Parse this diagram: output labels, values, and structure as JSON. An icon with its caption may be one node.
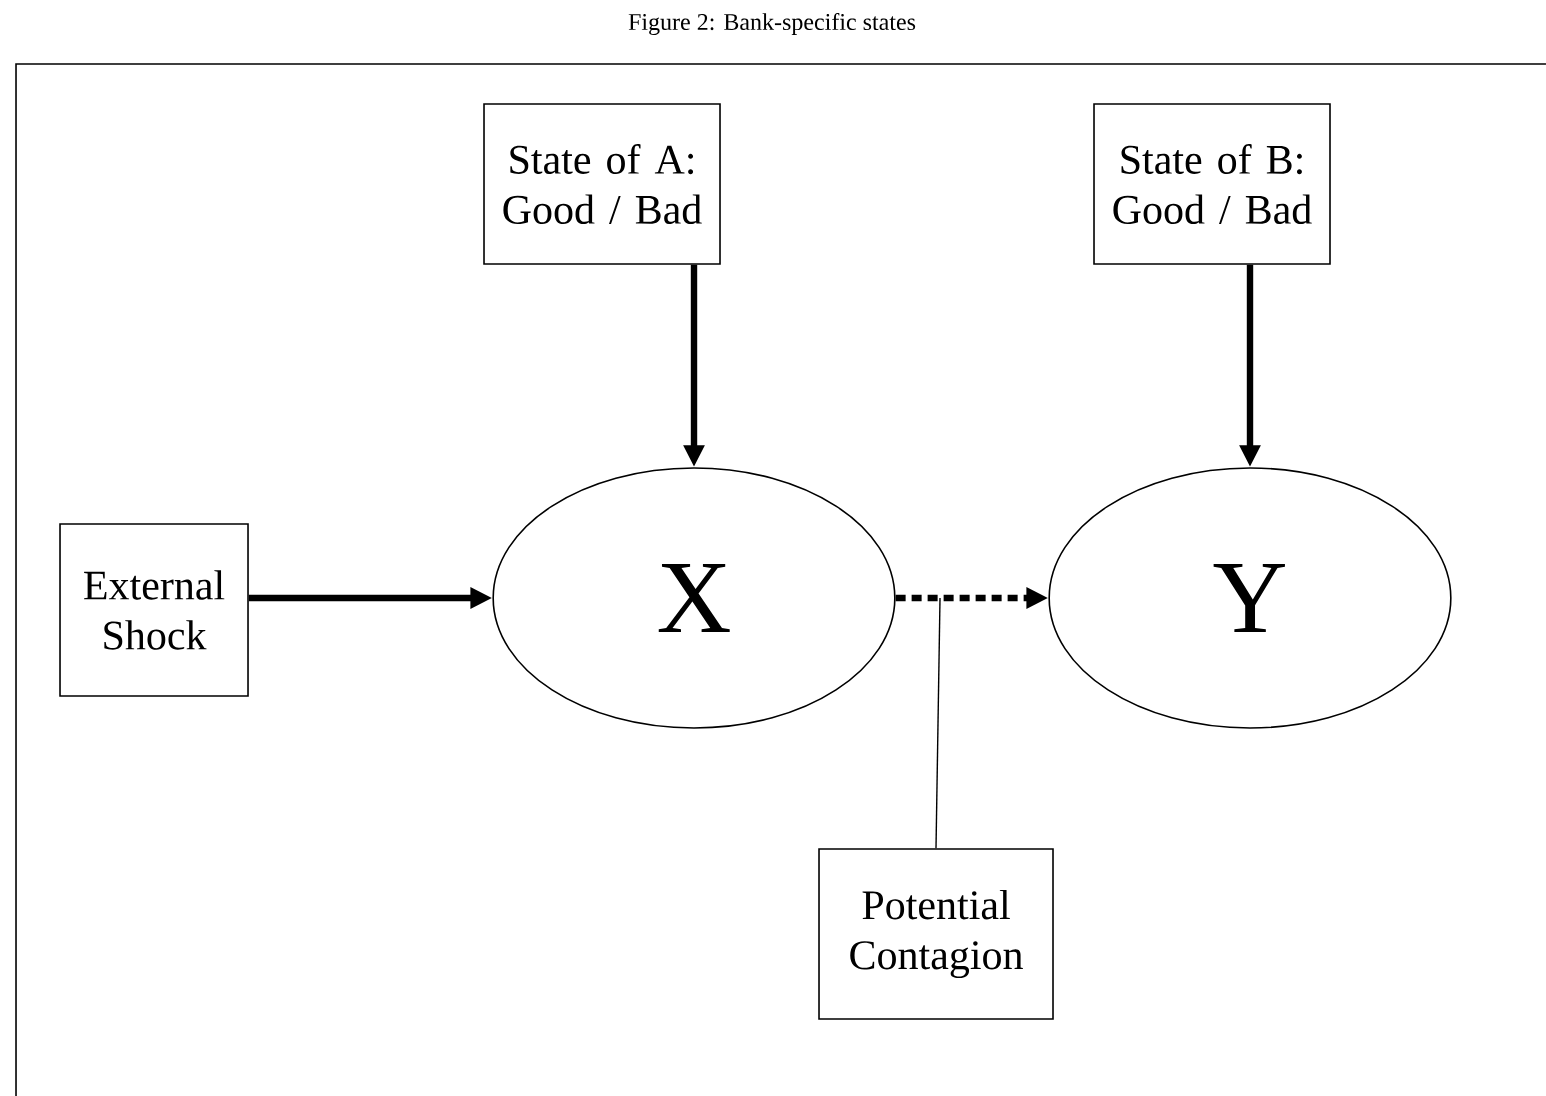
{
  "diagram": {
    "title": "Figure 2: Bank-specific states",
    "nodes": [
      {
        "text": [
          "State of A: Good / Bad"
        ]
      },
      {
        "text": [
          "State of B: Good / Bad"
        ]
      },
      {
        "text": [
          "External Shock"
        ]
      },
      {
        "text": [
          "X"
        ]
      },
      {
        "text": [
          "Y"
        ]
      },
      {
        "text": [
          "Potential Contagion"
        ]
      }
    ],
    "edges": [
      {
        "from": 0,
        "to": 3,
        "arrow": "to"
      },
      {
        "from": 1,
        "to": 4,
        "arrow": "to"
      },
      {
        "from": 2,
        "to": 3,
        "arrow": "to"
      },
      {
        "from": 3,
        "to": 4,
        "arrow": "to",
        "style": "dashed"
      },
      {
        "from": 5,
        "to": null,
        "arrow": "none"
      }
    ]
  }
}
